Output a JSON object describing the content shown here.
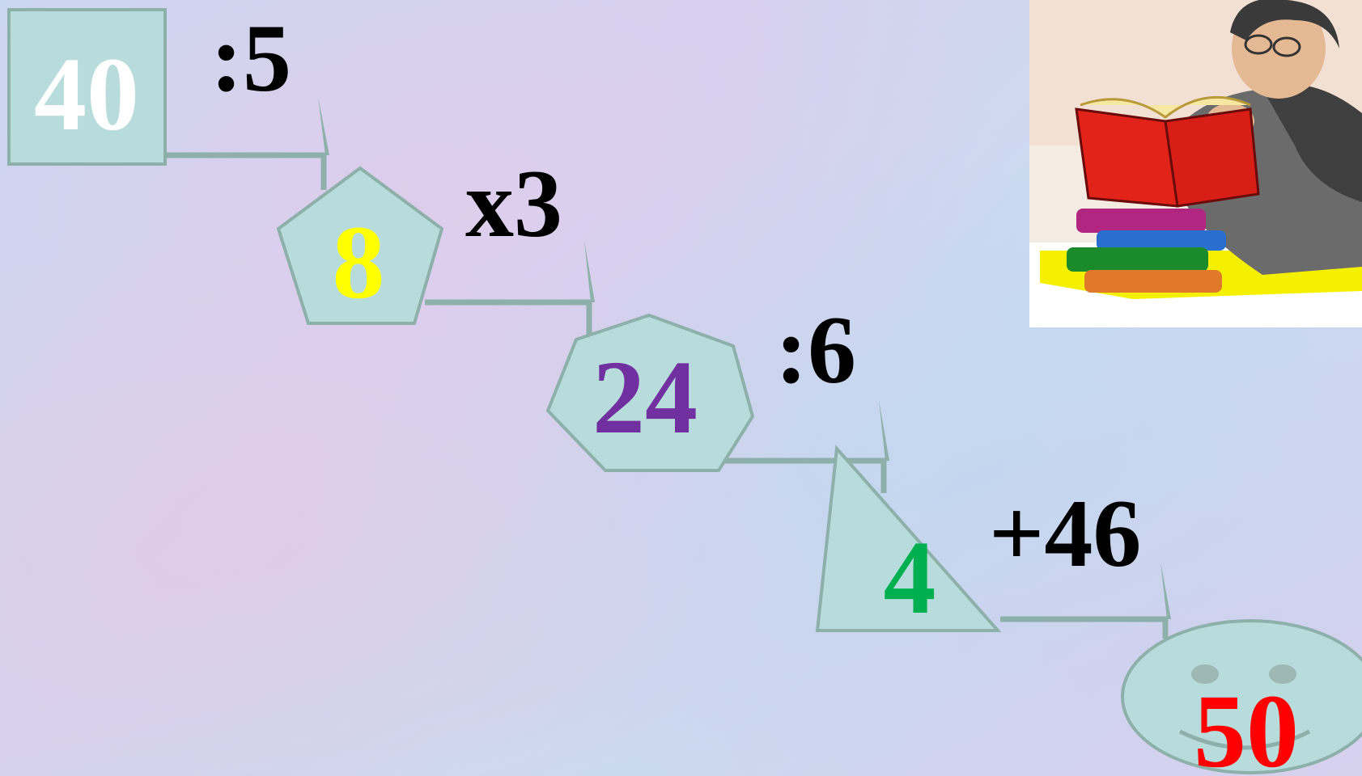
{
  "diagram": {
    "nodes": [
      {
        "id": "n40",
        "shape": "square",
        "value": "40",
        "color": "#ffffff"
      },
      {
        "id": "n8",
        "shape": "pentagon",
        "value": "8",
        "color": "#ffff00"
      },
      {
        "id": "n24",
        "shape": "heptagon",
        "value": "24",
        "color": "#7030a0"
      },
      {
        "id": "n4",
        "shape": "triangle",
        "value": "4",
        "color": "#00b050"
      },
      {
        "id": "n50",
        "shape": "smiley",
        "value": "50",
        "color": "#ff0000"
      }
    ],
    "operations": [
      ":5",
      "x3",
      ":6",
      "+46"
    ],
    "colors": {
      "shape_fill": "#b8dcdc",
      "shape_stroke": "#8eb0ab",
      "arrow": "#8eb0ab",
      "operation_text": "#000000"
    }
  },
  "illustration": {
    "icon": "professor-reading-book-icon"
  }
}
